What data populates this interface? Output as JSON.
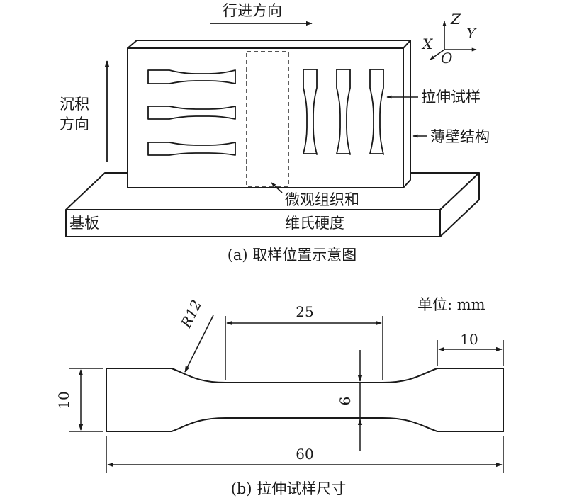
{
  "figure_a": {
    "caption": "(a) 取样位置示意图",
    "travel_direction": "行进方向",
    "deposition_direction_line1": "沉积",
    "deposition_direction_line2": "方向",
    "tensile_specimen": "拉伸试样",
    "thin_wall": "薄壁结构",
    "microstructure_line1": "微观组织和",
    "microstructure_line2": "维氏硬度",
    "substrate": "基板",
    "axes": {
      "z": "Z",
      "y": "Y",
      "x": "X",
      "origin": "O"
    }
  },
  "figure_b": {
    "caption": "(b) 拉伸试样尺寸",
    "unit": "单位: mm",
    "radius": "R12",
    "gauge_length": "25",
    "grip_length": "10",
    "grip_width": "10",
    "gauge_width": "6",
    "total_length": "60"
  }
}
